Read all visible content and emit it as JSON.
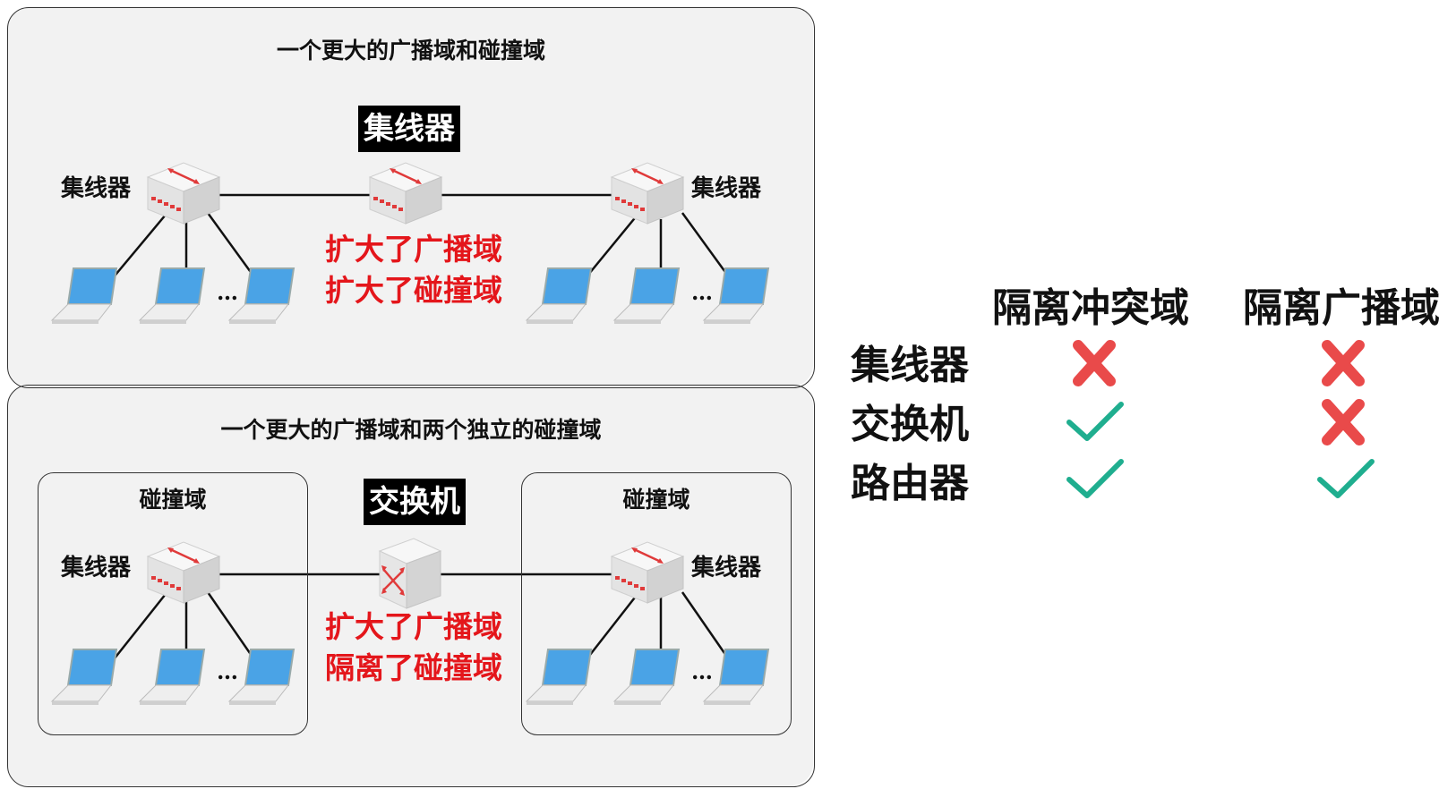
{
  "top_panel": {
    "title": "一个更大的广播域和碰撞域",
    "center_device_label": "集线器",
    "left_device_label": "集线器",
    "right_device_label": "集线器",
    "effects": [
      "扩大了广播域",
      "扩大了碰撞域"
    ],
    "ellipsis": "…"
  },
  "bottom_panel": {
    "title": "一个更大的广播域和两个独立的碰撞域",
    "center_device_label": "交换机",
    "left_box_title": "碰撞域",
    "right_box_title": "碰撞域",
    "left_device_label": "集线器",
    "right_device_label": "集线器",
    "effects": [
      "扩大了广播域",
      "隔离了碰撞域"
    ],
    "ellipsis": "…"
  },
  "table": {
    "columns": [
      "隔离冲突域",
      "隔离广播域"
    ],
    "rows": [
      {
        "label": "集线器",
        "isolate_collision": false,
        "isolate_broadcast": false
      },
      {
        "label": "交换机",
        "isolate_collision": true,
        "isolate_broadcast": false
      },
      {
        "label": "路由器",
        "isolate_collision": true,
        "isolate_broadcast": true
      }
    ]
  },
  "colors": {
    "cross": "#e94a4a",
    "check": "#1fae8f",
    "effect_text": "#e4161b",
    "hub_accent": "#e03a3a",
    "laptop_screen": "#4aa3e6"
  }
}
